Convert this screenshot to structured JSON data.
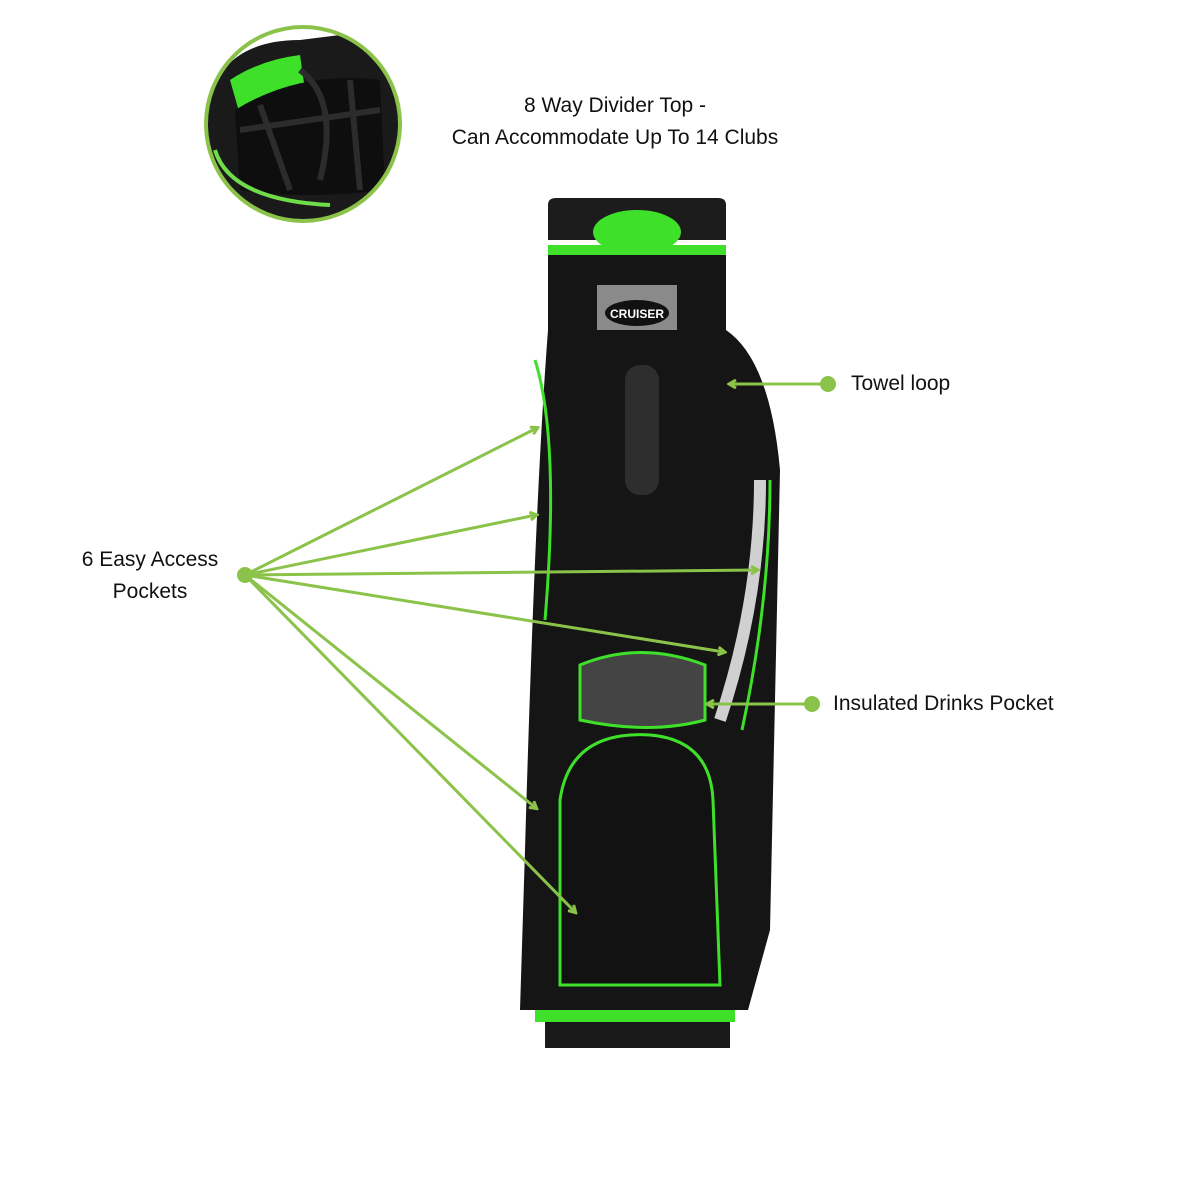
{
  "callouts": {
    "divider_top": {
      "line1": "8 Way Divider Top -",
      "line2": "Can Accommodate Up To 14 Clubs"
    },
    "towel_loop": {
      "label": "Towel loop"
    },
    "pockets": {
      "line1": "6 Easy Access",
      "line2": "Pockets"
    },
    "drinks_pocket": {
      "label": "Insulated Drinks Pocket"
    }
  },
  "product": {
    "brand_badge": "CRUISER"
  },
  "colors": {
    "accent_green": "#8bc34a",
    "bag_green": "#3ee02a",
    "bag_black": "#141414",
    "text": "#111111"
  }
}
